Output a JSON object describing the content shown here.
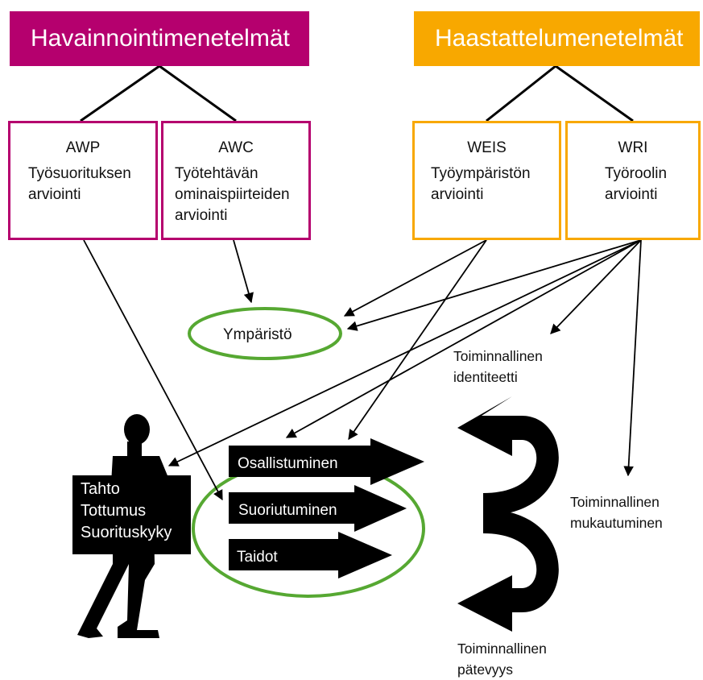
{
  "headers": {
    "observation": "Havainnointimenetelmät",
    "interview": "Haastattelumenetelmät"
  },
  "boxes": {
    "awp": {
      "abbr": "AWP",
      "desc": "Työsuorituksen\narviointi"
    },
    "awc": {
      "abbr": "AWC",
      "desc": "Työtehtävän\nominaispiirteiden\narviointi"
    },
    "weis": {
      "abbr": "WEIS",
      "desc": "Työympäristön\narviointi"
    },
    "wri": {
      "abbr": "WRI",
      "desc": "Työroolin\narviointi"
    }
  },
  "environment": "Ympäristö",
  "person_box": "Tahto\nTottumus\nSuorituskyky",
  "arrows": {
    "participation": "Osallistuminen",
    "performance": "Suoriutuminen",
    "skills": "Taidot"
  },
  "outcomes": {
    "identity": "Toiminnallinen\nidentiteetti",
    "adaptation": "Toiminnallinen\nmukautuminen",
    "competence": "Toiminnallinen\npätevyys"
  },
  "colors": {
    "magenta": "#b5006e",
    "orange": "#f8a800",
    "green": "#56a832",
    "black": "#000000"
  }
}
